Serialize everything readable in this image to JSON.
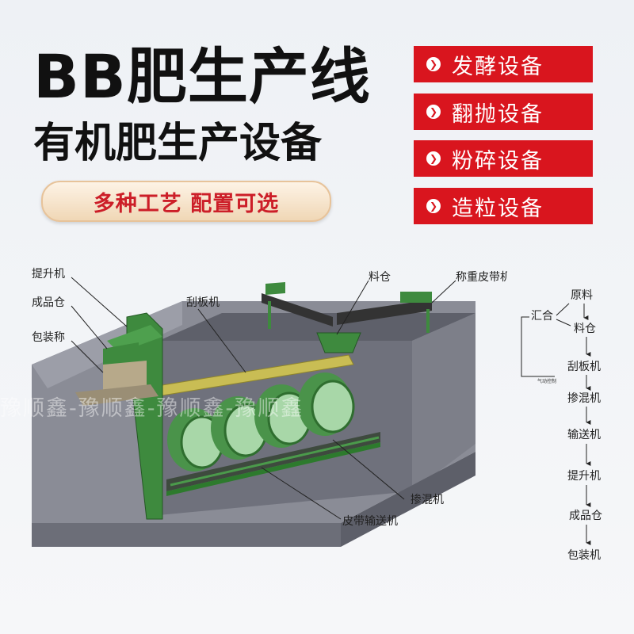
{
  "headline": {
    "line1": "BB肥生产线",
    "line2": "有机肥生产设备"
  },
  "tagline": "多种工艺 配置可选",
  "features": [
    {
      "label": "发酵设备",
      "icon": "chevron-right-circle-icon"
    },
    {
      "label": "翻抛设备",
      "icon": "chevron-right-circle-icon"
    },
    {
      "label": "粉碎设备",
      "icon": "chevron-right-circle-icon"
    },
    {
      "label": "造粒设备",
      "icon": "chevron-right-circle-icon"
    }
  ],
  "diagram_labels": {
    "elevator": "提升机",
    "product_bin": "成品仓",
    "packing_scale": "包装称",
    "scraper": "刮板机",
    "hopper": "料仓",
    "weigh_belt": "称重皮带机",
    "mixer": "掺混机",
    "belt_conveyor": "皮带输送机"
  },
  "flow": {
    "raw": "原料",
    "merge": "汇合",
    "bin": "料仓",
    "scraper": "刮板机",
    "pneumatic": "气动控制",
    "mixer": "掺混机",
    "conveyor": "输送机",
    "elevator": "提升机",
    "product_bin": "成品仓",
    "packing": "包装机"
  },
  "watermark": "豫顺鑫-豫顺鑫-豫顺鑫-豫顺鑫",
  "colors": {
    "accent_red": "#d9151e",
    "machine_green": "#3e8a3e",
    "pit_gray": "#7b7d88",
    "scraper_yellow": "#c9bd54"
  }
}
